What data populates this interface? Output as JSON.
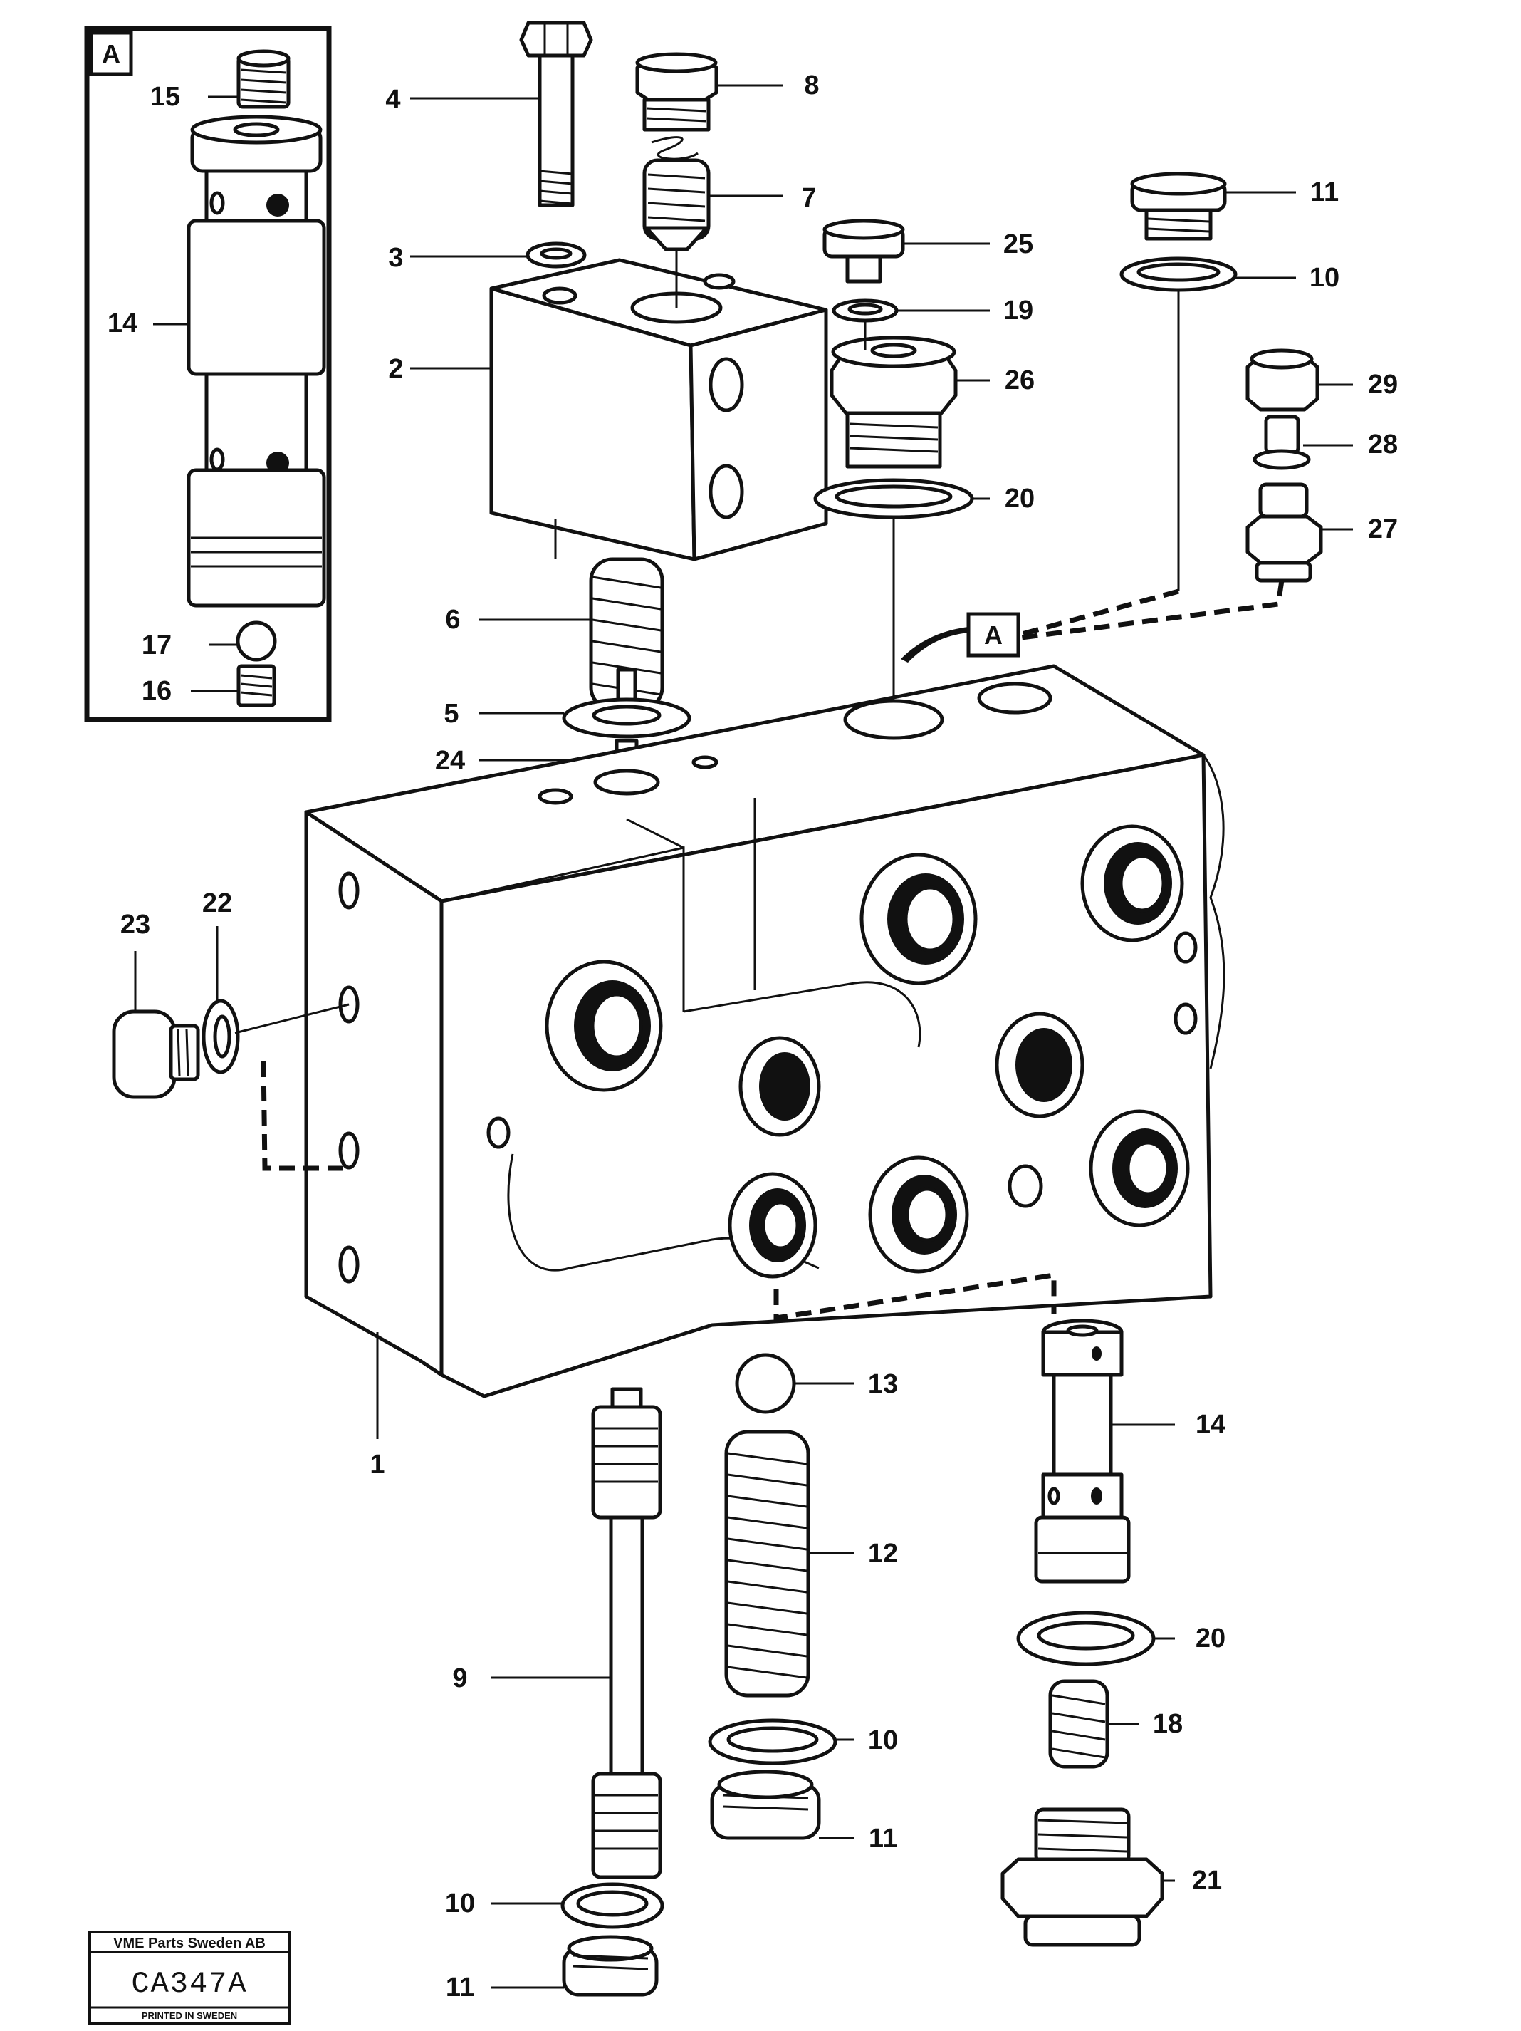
{
  "figure": {
    "detail_view_label": "A",
    "main_view_marker": "A"
  },
  "callouts": [
    {
      "id": "c15",
      "text": "15"
    },
    {
      "id": "c14a",
      "text": "14"
    },
    {
      "id": "c17",
      "text": "17"
    },
    {
      "id": "c16",
      "text": "16"
    },
    {
      "id": "c4",
      "text": "4"
    },
    {
      "id": "c3",
      "text": "3"
    },
    {
      "id": "c2",
      "text": "2"
    },
    {
      "id": "c6",
      "text": "6"
    },
    {
      "id": "c5",
      "text": "5"
    },
    {
      "id": "c24",
      "text": "24"
    },
    {
      "id": "c8",
      "text": "8"
    },
    {
      "id": "c7",
      "text": "7"
    },
    {
      "id": "c25",
      "text": "25"
    },
    {
      "id": "c19",
      "text": "19"
    },
    {
      "id": "c26",
      "text": "26"
    },
    {
      "id": "c20a",
      "text": "20"
    },
    {
      "id": "c11a",
      "text": "11"
    },
    {
      "id": "c10a",
      "text": "10"
    },
    {
      "id": "c29",
      "text": "29"
    },
    {
      "id": "c28",
      "text": "28"
    },
    {
      "id": "c27",
      "text": "27"
    },
    {
      "id": "c23",
      "text": "23"
    },
    {
      "id": "c22",
      "text": "22"
    },
    {
      "id": "c1",
      "text": "1"
    },
    {
      "id": "c13",
      "text": "13"
    },
    {
      "id": "c12",
      "text": "12"
    },
    {
      "id": "c14b",
      "text": "14"
    },
    {
      "id": "c20b",
      "text": "20"
    },
    {
      "id": "c18",
      "text": "18"
    },
    {
      "id": "c9",
      "text": "9"
    },
    {
      "id": "c10b",
      "text": "10"
    },
    {
      "id": "c11b",
      "text": "11"
    },
    {
      "id": "c21",
      "text": "21"
    },
    {
      "id": "c10c",
      "text": "10"
    },
    {
      "id": "c11c",
      "text": "11"
    }
  ],
  "stamp": {
    "company": "VME Parts Sweden AB",
    "code": "CA347A",
    "printed": "PRINTED IN SWEDEN"
  }
}
